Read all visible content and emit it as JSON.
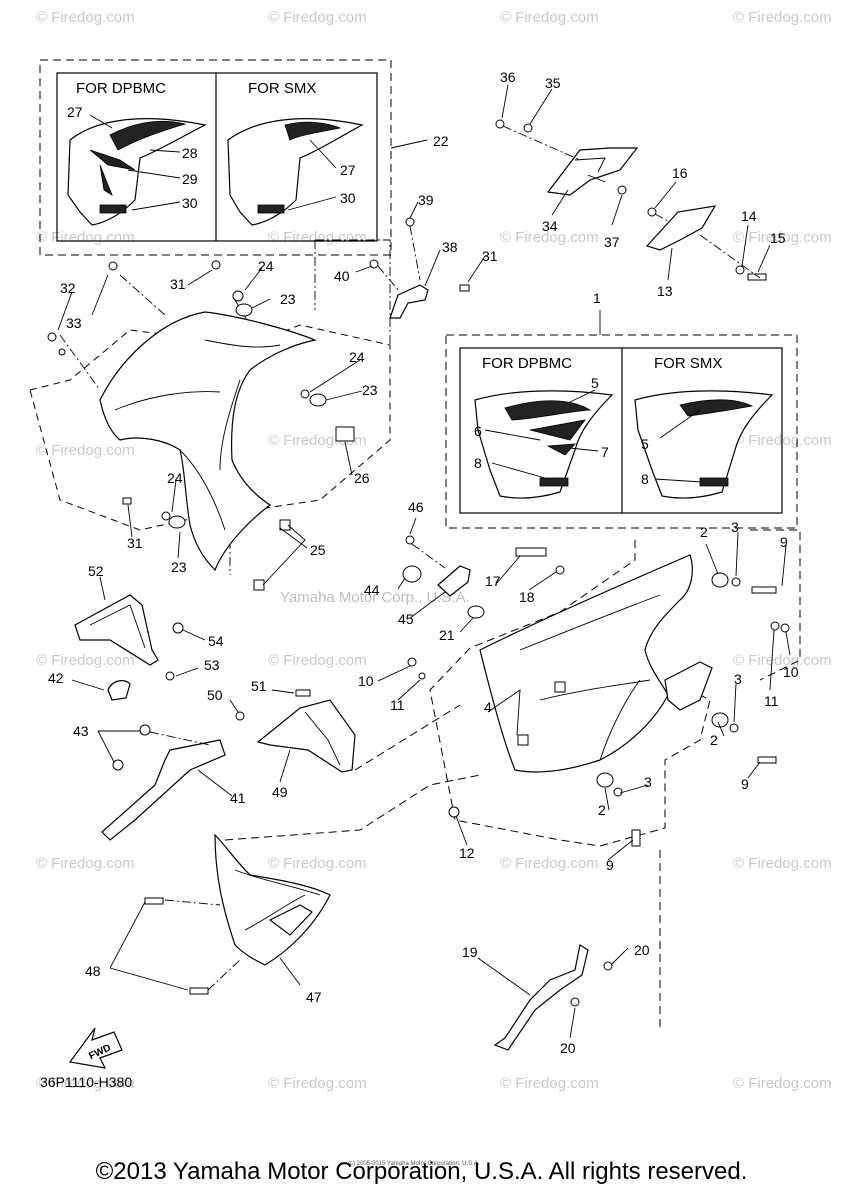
{
  "watermark": "© Firedog.com",
  "center_watermark": "Yamaha Motor Corp., U.S.A.",
  "diagram_code": "36P1110-H380",
  "fwd_label": "FWD",
  "copyright": "©2013 Yamaha Motor Corporation, U.S.A. All rights reserved.",
  "tiny_note": "(c) 2005-2015 Yamaha Motor Corporation, U.S.A.",
  "inset_top": {
    "left_title": "FOR DPBMC",
    "right_title": "FOR SMX",
    "ref": "22"
  },
  "inset_mid": {
    "left_title": "FOR DPBMC",
    "right_title": "FOR SMX",
    "ref": "1"
  },
  "part_numbers": [
    "1",
    "2",
    "3",
    "4",
    "5",
    "6",
    "7",
    "8",
    "9",
    "10",
    "11",
    "12",
    "13",
    "14",
    "15",
    "16",
    "17",
    "18",
    "19",
    "20",
    "21",
    "22",
    "23",
    "24",
    "25",
    "26",
    "27",
    "28",
    "29",
    "30",
    "31",
    "32",
    "33",
    "34",
    "35",
    "36",
    "37",
    "38",
    "39",
    "40",
    "41",
    "42",
    "43",
    "44",
    "45",
    "46",
    "47",
    "48",
    "49",
    "50",
    "51",
    "52",
    "53",
    "54"
  ]
}
